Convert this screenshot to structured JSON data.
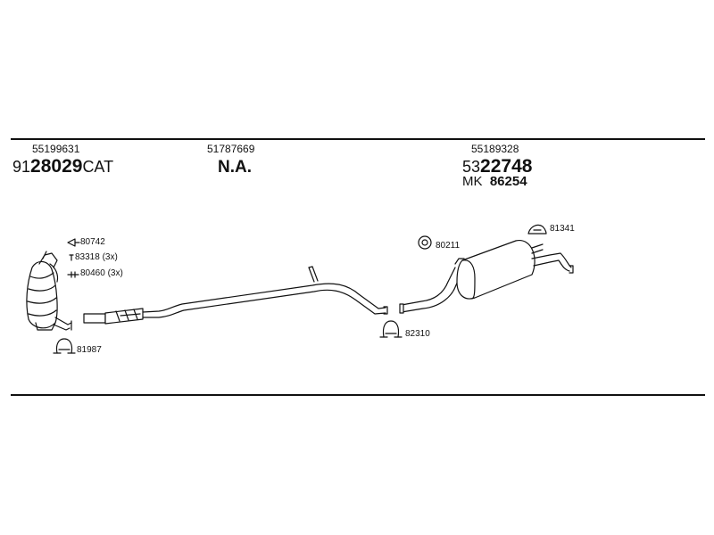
{
  "header": {
    "groups": [
      {
        "oe_number": "55199631",
        "part_prefix": "91",
        "part_bold": "28029",
        "part_suffix": "CAT"
      },
      {
        "oe_number": "51787669",
        "part_text": "N.A."
      },
      {
        "oe_number": "55189328",
        "part_prefix": "53",
        "part_bold": "22748",
        "mk_prefix": "MK",
        "mk_number": "86254"
      }
    ]
  },
  "parts": {
    "p80742": "80742",
    "p83318": "83318 (3x)",
    "p80460": "80460 (3x)",
    "p81987": "81987",
    "p82310": "82310",
    "p80211": "80211",
    "p81341": "81341"
  },
  "colors": {
    "line": "#111111",
    "part_fill": "#ffffff"
  }
}
